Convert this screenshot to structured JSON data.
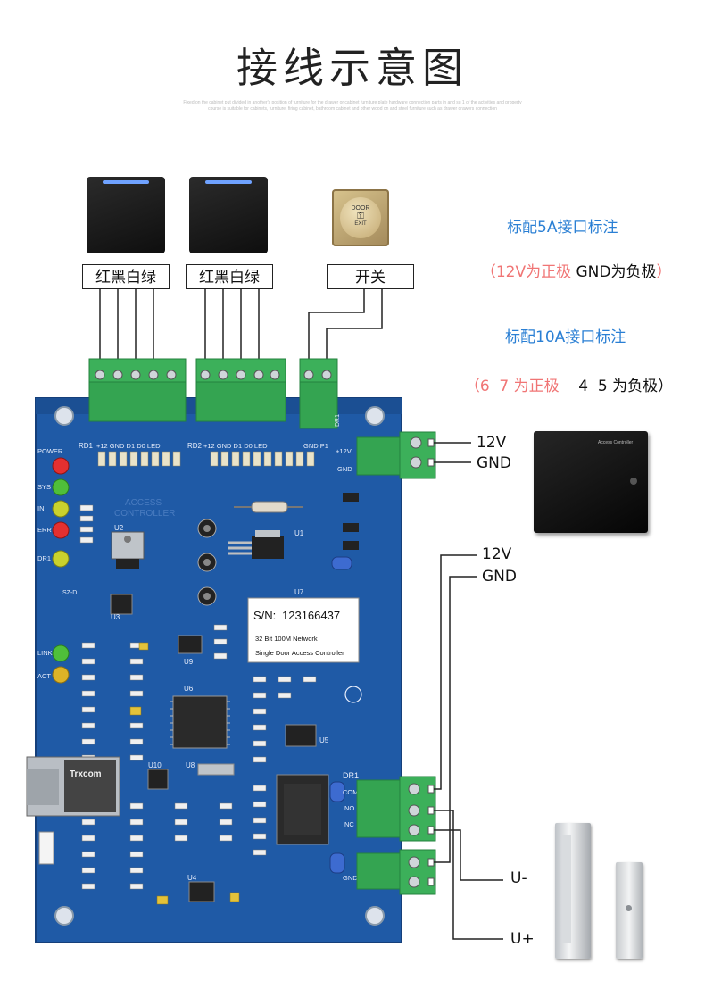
{
  "title": "接线示意图",
  "subtitle": "Fixed on the cabinet put divided in another's position of furniture for the drawer or cabinet furniture plate hardware connection parts in and su 1 of the activities and property course is suitable for cabinets, furniture, firing cabinet, bathroom cabinet and other wood on and steel furniture such as drawer drawers connection",
  "readers": [
    {
      "wire_label": "红黑白绿"
    },
    {
      "wire_label": "红黑白绿"
    }
  ],
  "exit_button": {
    "label": "开关",
    "line1": "DOOR",
    "line2": "EXIT"
  },
  "notes": {
    "note1_title": "标配5A接口标注",
    "note1_open": "（",
    "note1_pos": "12V为正极",
    "note1_neg": " GND为负极",
    "note1_close": "）",
    "note2_title": "标配10A接口标注",
    "note2_open": "（",
    "note2_pos": "6  7 为正极",
    "note2_neg": "    4  5 为负极",
    "note2_close": "）"
  },
  "power_supply": {
    "v_label": "12V",
    "gnd_label": "GND",
    "box_text": "Access Controller"
  },
  "lock_wiring": {
    "v_label": "12V",
    "gnd_label": "GND",
    "um_label": "U-",
    "up_label": "U+"
  },
  "board": {
    "sn_label": "S/N:",
    "sn_value": "123166437",
    "line1": "32 Bit 100M Network",
    "line2": "Single Door Access Controller",
    "u7": "U7",
    "rd1_pins": "+12 GND  D1  D0  LED",
    "rd2_pins": "+12 GND  D1  D0  LED",
    "dr1_pins": "GND  P1",
    "rd1": "RD1",
    "rd2": "RD2",
    "dr1": "DR1",
    "plus12v": "+12V",
    "gnd": "GND",
    "com": "COM",
    "no": "NO",
    "nc": "NC",
    "led_labels": [
      "POWER",
      "SYS",
      "IN",
      "ERR",
      "DR1",
      "LINK",
      "ACT"
    ],
    "access_text": "ACCESS CONTROLLER",
    "u2": "U2",
    "u1": "U1",
    "u3": "U3",
    "u6": "U6",
    "u8": "U8",
    "u9": "U9",
    "u5": "U5",
    "u10": "U10",
    "u4": "U4",
    "jack_text": "Trxcom",
    "sz": "SZ-D"
  },
  "colors": {
    "pcb": "#1f5aa6",
    "pcb_dark": "#153f7a",
    "terminal": "#3cb05a",
    "blue_note": "#2a7fd4",
    "red_note": "#f07575"
  }
}
